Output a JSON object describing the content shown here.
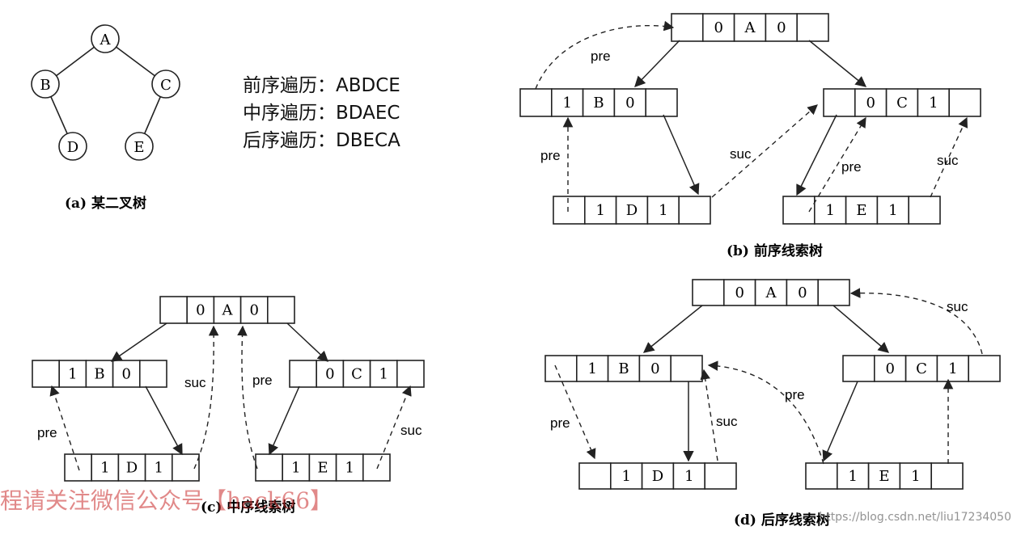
{
  "tree": {
    "caption": "(a) 某二叉树",
    "nodes": [
      "A",
      "B",
      "C",
      "D",
      "E"
    ]
  },
  "traversals": [
    {
      "label": "前序遍历：",
      "value": "ABDCE"
    },
    {
      "label": "中序遍历：",
      "value": "BDAEC"
    },
    {
      "label": "后序遍历：",
      "value": "DBECA"
    }
  ],
  "diagrams": [
    {
      "caption": "(b) 前序线索树"
    },
    {
      "caption": "(c) 中序线索树"
    },
    {
      "caption": "(d) 后序线索树"
    }
  ],
  "labels": {
    "pre": "pre",
    "suc": "suc"
  },
  "cells": {
    "A": [
      "",
      "0",
      "A",
      "0",
      ""
    ],
    "B_pre": [
      "",
      "1",
      "B",
      "0",
      ""
    ],
    "C_pre": [
      "",
      "0",
      "C",
      "1",
      ""
    ],
    "D": [
      "",
      "1",
      "D",
      "1",
      ""
    ],
    "E": [
      "",
      "1",
      "E",
      "1",
      ""
    ],
    "B_in": [
      "",
      "1",
      "B",
      "0",
      ""
    ],
    "C_in": [
      "",
      "0",
      "C",
      "1",
      ""
    ]
  },
  "watermark": "程请关注微信公众号【hack66】",
  "url": "https://blog.csdn.net/liu17234050"
}
